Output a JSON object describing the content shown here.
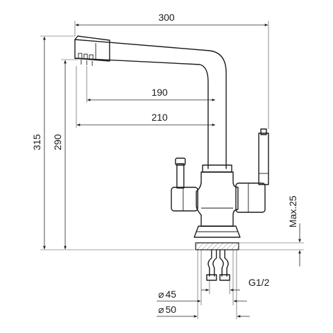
{
  "dimensions": {
    "overall_width": "300",
    "overall_height": "315",
    "outlet_height": "290",
    "reach_short": "190",
    "reach_long": "210",
    "max_deck_thickness": "Max.25",
    "thread": "G1/2",
    "hole_min": "45",
    "hole_max": "50"
  },
  "symbols": {
    "diameter": "⌀"
  }
}
